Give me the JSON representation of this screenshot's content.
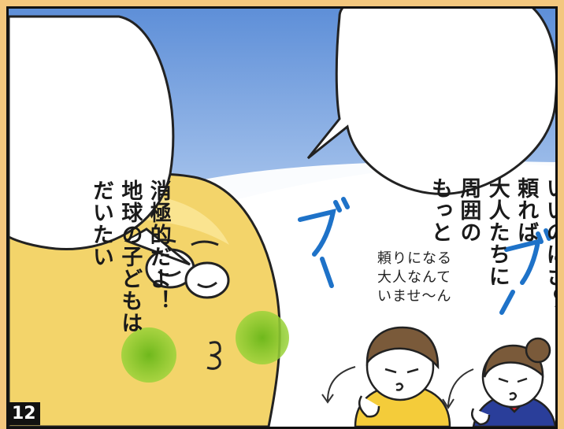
{
  "panel": {
    "page_number": "12",
    "speech_right": [
      "もっと",
      "周囲の",
      "大人たちに",
      "頼れば",
      "いいのにさ〜"
    ],
    "speech_left": [
      "だいたい",
      "地球の子どもは",
      "消極的だよ！"
    ],
    "whisper": [
      "頼りになる",
      "大人なんて",
      "いませ〜ん"
    ],
    "sound_effect": "ブー",
    "colors": {
      "sky": "#7aa2dd",
      "character_yellow": "#f3d46a",
      "cheek_green": "#7cbf2a",
      "sfx_blue": "#1e72c8"
    }
  }
}
